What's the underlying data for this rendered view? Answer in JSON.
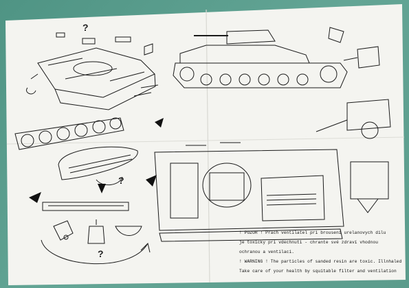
{
  "symbols": {
    "question_top": "?",
    "question_mid": "?",
    "question_bottom": "?"
  },
  "warnings": {
    "cz_line1": "! POZOR ! Prach ventilatel pri brouseni urelanovych dilu",
    "cz_line2": "je toxicky pri vdechnuti - chrante své zdraví vhodnou",
    "cz_line3": "ochranou a ventilaci.",
    "en_line1": "! WARNING ! The particles of sanded resin are toxic. Illnhaled",
    "en_line2": "Take care of your health by squitable filter and ventilation"
  }
}
